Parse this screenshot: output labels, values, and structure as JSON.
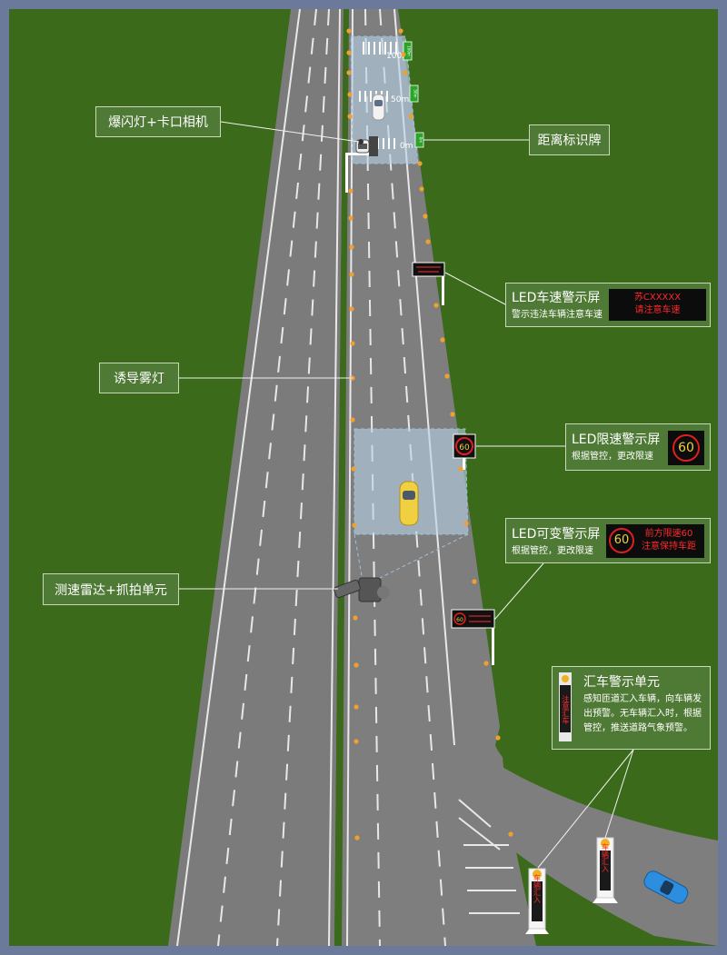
{
  "labels": {
    "flash_camera": "爆闪灯+卡口相机",
    "distance_sign": "距离标识牌",
    "fog_lamp": "诱导雾灯",
    "radar": "测速雷达+抓拍单元"
  },
  "led_speed_warning": {
    "title": "LED车速警示屏",
    "desc": "警示违法车辆注意车速",
    "screen_line1": "苏CXXXXX",
    "screen_line2": "请注意车速"
  },
  "led_speed_limit": {
    "title": "LED限速警示屏",
    "desc": "根据管控，更改限速",
    "limit": "60"
  },
  "led_variable": {
    "title": "LED可变警示屏",
    "desc": "根据管控，更改限速",
    "limit": "60",
    "screen_line1": "前方限速60",
    "screen_line2": "注意保持车距"
  },
  "merge_unit": {
    "title": "汇车警示单元",
    "desc": "感知匝道汇入车辆，向车辆发出预警。无车辆汇入时，根据管控，推送道路气象预警。",
    "pole_text": "注意汇车"
  },
  "distance_marks": [
    "100m",
    "50m",
    "0m"
  ],
  "distance_sign_text": [
    "100m",
    "50m",
    "0m"
  ],
  "ramp_pole_text": "车辆汇入",
  "colors": {
    "frame": "#6b7a9a",
    "grass": "#3a6a1a",
    "road": "#7e7e7e",
    "callout_bg": "#4f7a35",
    "led_red": "#ff2a2a",
    "fog_lamp": "#f0a030"
  }
}
